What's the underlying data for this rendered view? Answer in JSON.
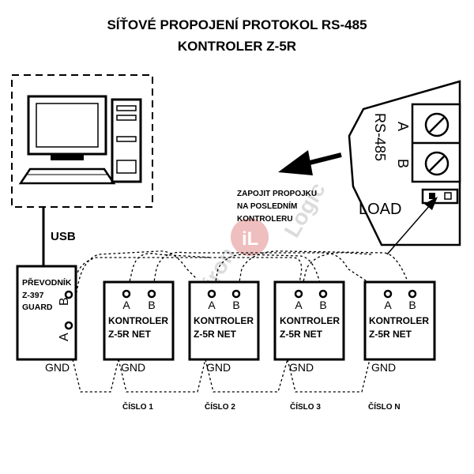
{
  "title": {
    "line1": "SÍŤOVÉ PROPOJENÍ PROTOKOL RS-485",
    "line2": "KONTROLER Z-5R"
  },
  "usb_label": "USB",
  "converter": {
    "line1": "PŘEVODNÍK",
    "line2": "Z-397",
    "line3": "GUARD",
    "terminal_b": "B",
    "terminal_a": "A",
    "gnd": "GND"
  },
  "controllers": [
    {
      "a": "A",
      "b": "B",
      "name1": "KONTROLER",
      "name2": "Z-5R NET",
      "gnd": "GND",
      "number": "ČÍSLO 1"
    },
    {
      "a": "A",
      "b": "B",
      "name1": "KONTROLER",
      "name2": "Z-5R NET",
      "gnd": "GND",
      "number": "ČÍSLO 2"
    },
    {
      "a": "A",
      "b": "B",
      "name1": "KONTROLER",
      "name2": "Z-5R NET",
      "gnd": "GND",
      "number": "ČÍSLO 3"
    },
    {
      "a": "A",
      "b": "B",
      "name1": "KONTROLER",
      "name2": "Z-5R NET",
      "gnd": "GND",
      "number": "ČÍSLO N"
    }
  ],
  "connector": {
    "a": "A",
    "b": "B",
    "rs": "RS-485",
    "load": "LOAD"
  },
  "note": {
    "line1": "ZAPOJIT PROPOJKU",
    "line2": "NA POSLEDNÍM",
    "line3": "KONTROLERU"
  },
  "watermark": {
    "left": "iron",
    "mark": "iL",
    "right": "Logic",
    "accent_color": "#e03030"
  }
}
